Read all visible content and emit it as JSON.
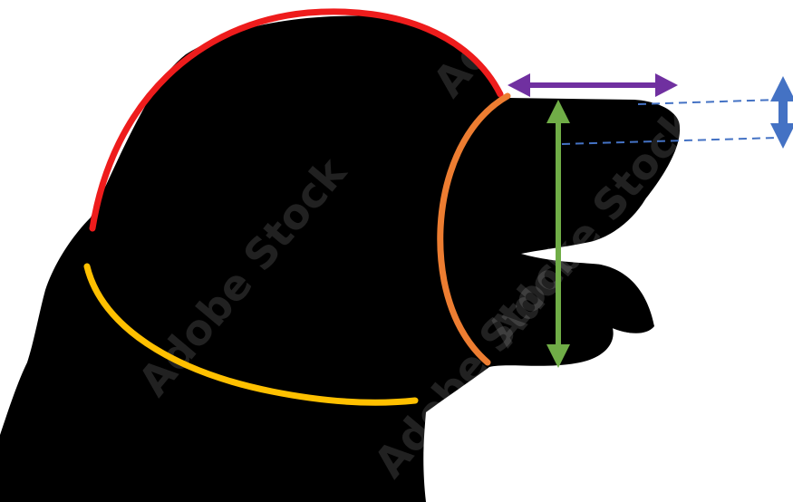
{
  "watermark": {
    "text": "Adobe Stock",
    "color": "#ffffff"
  },
  "colors": {
    "background": "#ffffff",
    "silhouette": "#000000",
    "head_top_arc": "#ee1c1c",
    "neck_arc": "#ffc000",
    "snout_circumference_arc": "#ed7d31",
    "muzzle_length_arrow": "#7030a0",
    "muzzle_height_arrow": "#70ad47",
    "nose_height_arrow": "#4472c4",
    "guide_lines": "#4472c4"
  },
  "icons": {
    "muzzle_length_arrow": "double-arrow-horizontal",
    "muzzle_height_arrow": "double-arrow-vertical",
    "nose_height_arrow": "double-arrow-vertical"
  }
}
